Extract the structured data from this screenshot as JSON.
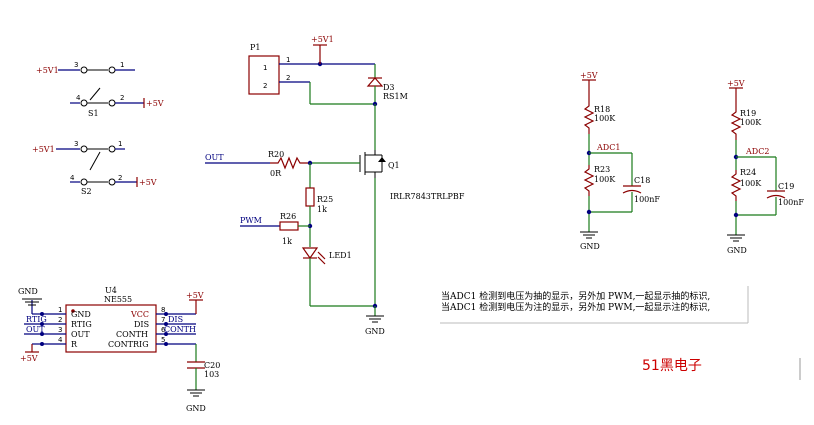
{
  "switches": {
    "s1": {
      "label": "S1",
      "left_net": "+5V1",
      "right_net": "+5V",
      "pins": [
        "3",
        "1",
        "4",
        "2"
      ]
    },
    "s2": {
      "label": "S2",
      "left_net": "+5V1",
      "right_net": "+5V",
      "pins": [
        "3",
        "1",
        "4",
        "2"
      ]
    }
  },
  "connector": {
    "ref": "P1",
    "pin1": "1",
    "pin2": "2",
    "wire1": "1",
    "wire2": "2",
    "power": "+5V1"
  },
  "diode": {
    "ref": "D3",
    "value": "RS1M"
  },
  "mosfet": {
    "ref": "Q1",
    "part": "IRLR7843TRLPBF"
  },
  "gate": {
    "net": "OUT",
    "ref": "R20",
    "value": "0R"
  },
  "r25": {
    "ref": "R25",
    "value": "1k"
  },
  "r26": {
    "ref": "R26",
    "value": "1k",
    "net": "PWM"
  },
  "led": {
    "ref": "LED1"
  },
  "ground_main": "GND",
  "divider1": {
    "power": "+5V",
    "r_top": "R18",
    "r_top_val": "100K",
    "net": "ADC1",
    "r_bot": "R23",
    "r_bot_val": "100K",
    "cap": "C18",
    "cap_val": "100nF",
    "gnd": "GND"
  },
  "divider2": {
    "power": "+5V",
    "r_top": "R19",
    "r_top_val": "100K",
    "net": "ADC2",
    "r_bot": "R24",
    "r_bot_val": "100K",
    "cap": "C19",
    "cap_val": "100nF",
    "gnd": "GND"
  },
  "timer": {
    "ref": "U4",
    "part": "NE555",
    "left_pins": [
      {
        "num": "1",
        "name": "GND"
      },
      {
        "num": "2",
        "name": "RTIG"
      },
      {
        "num": "3",
        "name": "OUT"
      },
      {
        "num": "4",
        "name": "R"
      }
    ],
    "right_pins": [
      {
        "num": "8",
        "name": "VCC"
      },
      {
        "num": "7",
        "name": "DIS"
      },
      {
        "num": "6",
        "name": "CONTH"
      },
      {
        "num": "5",
        "name": "CONTRIG"
      }
    ],
    "gnd": "GND",
    "net_rtig": "RTIG",
    "net_out": "OUT",
    "net_r": "+5V",
    "net_vcc": "+5V",
    "net_dis": "DIS",
    "net_conth": "CONTH",
    "cap": "C20",
    "cap_val": "103",
    "cap_gnd": "GND"
  },
  "notes": [
    "当ADC1 检测到电压为抽的显示，另外加 PWM,一起显示抽的标识,",
    "当ADC1 检测到电压为注的显示，另外加 PWM,一起显示注的标识,"
  ],
  "brand": "51黑电子"
}
